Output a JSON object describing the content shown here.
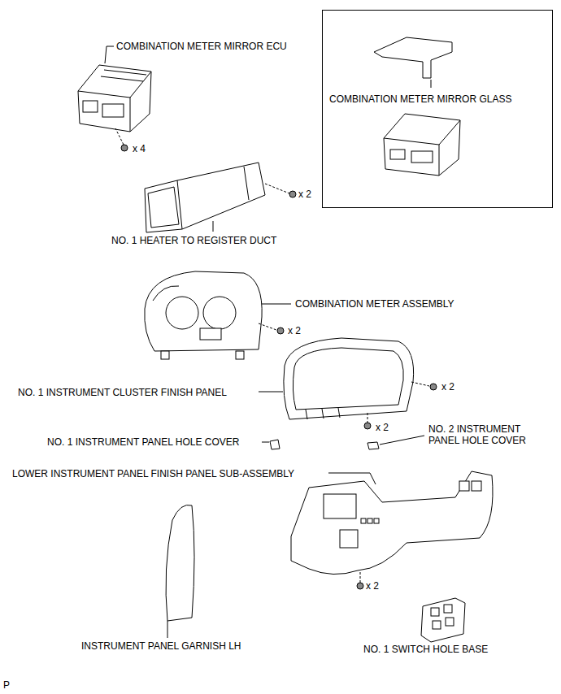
{
  "diagram": {
    "nodes": [
      {
        "text": [
          "COMBINATION METER MIRROR GLASS"
        ]
      }
    ],
    "edges": [],
    "labels": [
      "COMBINATION METER MIRROR ECU",
      "x 4",
      "x 2",
      "NO. 1 HEATER TO REGISTER DUCT",
      "COMBINATION METER ASSEMBLY",
      "x 2",
      "x 2",
      "NO. 1 INSTRUMENT CLUSTER FINISH PANEL",
      "x 2",
      "NO. 2 INSTRUMENT PANEL HOLE COVER",
      "NO. 1 INSTRUMENT PANEL HOLE COVER",
      "LOWER INSTRUMENT PANEL FINISH PANEL SUB-ASSEMBLY",
      "x 2",
      "INSTRUMENT PANEL GARNISH LH",
      "NO. 1 SWITCH HOLE BASE",
      "P"
    ]
  }
}
